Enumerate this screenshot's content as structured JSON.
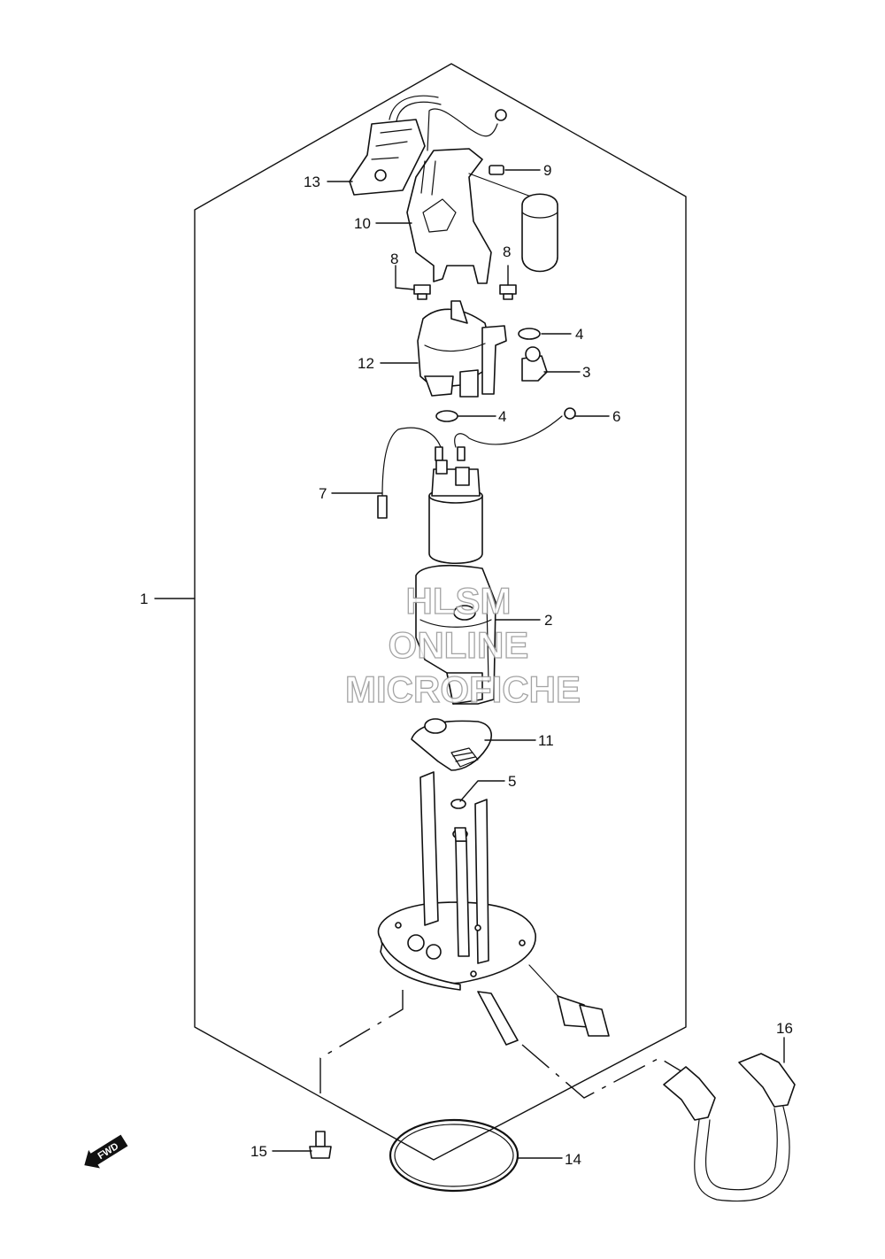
{
  "callouts": [
    {
      "id": "1",
      "text": "1"
    },
    {
      "id": "2",
      "text": "2"
    },
    {
      "id": "3",
      "text": "3"
    },
    {
      "id": "4a",
      "text": "4"
    },
    {
      "id": "4b",
      "text": "4"
    },
    {
      "id": "5",
      "text": "5"
    },
    {
      "id": "6",
      "text": "6"
    },
    {
      "id": "7",
      "text": "7"
    },
    {
      "id": "8a",
      "text": "8"
    },
    {
      "id": "8b",
      "text": "8"
    },
    {
      "id": "9",
      "text": "9"
    },
    {
      "id": "10",
      "text": "10"
    },
    {
      "id": "11",
      "text": "11"
    },
    {
      "id": "12",
      "text": "12"
    },
    {
      "id": "13",
      "text": "13"
    },
    {
      "id": "14",
      "text": "14"
    },
    {
      "id": "15",
      "text": "15"
    },
    {
      "id": "16",
      "text": "16"
    }
  ],
  "watermark": {
    "line1": "HLSM",
    "line2": "ONLINE",
    "line3": "MICROFICHE"
  },
  "direction_marker": {
    "text": "FWD",
    "icon": "fwd-arrow-icon"
  }
}
